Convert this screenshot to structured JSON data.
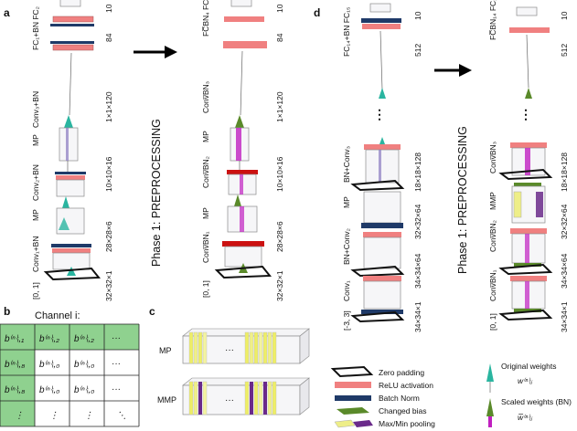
{
  "panels": {
    "a": "a",
    "b": "b",
    "c": "c",
    "d": "d"
  },
  "phase_label": "Phase 1: PREPROCESSING",
  "panel_a": {
    "left_labels": [
      "FC₁+BN FC₂",
      "Conv₃+BN",
      "MP",
      "Conv₂+BN",
      "MP",
      "Conv₁+BN",
      "[0, 1]"
    ],
    "right_labels": [
      "FC̅BN₄ FC₅",
      "Conv̅BN₃",
      "MP",
      "Conv̅BN₂",
      "MP",
      "Conv̅BN₁",
      "[0, 1]"
    ],
    "dims": [
      "10",
      "84",
      "1×1×120",
      "10×10×16",
      "28×28×6",
      "32×32×1"
    ]
  },
  "panel_d": {
    "left_labels": [
      "FC₁₄+BN FC₁₅",
      "BN+Conv₃",
      "MP",
      "BN+Conv₂",
      "Conv₁",
      "[-3, 3]"
    ],
    "right_labels": [
      "FC̅BN₁₄ FC₁₅",
      "Conv̅BN₃",
      "MMP",
      "Conv̅BN₂",
      "Conv̅BN₁",
      "[0, 1]"
    ],
    "dims": [
      "10",
      "512",
      "18×18×128",
      "32×32×64",
      "34×34×64",
      "34×34×1"
    ]
  },
  "panel_b": {
    "title": "Channel i:",
    "cells": [
      [
        "b⁽ⁿ⁾ᵢ,₁",
        "b⁽ⁿ⁾ᵢ,₂",
        "b⁽ⁿ⁾ᵢ,₂",
        "···"
      ],
      [
        "b⁽ⁿ⁾ᵢ,₈",
        "b⁽ⁿ⁾ᵢ,₀",
        "b⁽ⁿ⁾ᵢ,₀",
        "···"
      ],
      [
        "b⁽ⁿ⁾ᵢ,₈",
        "b⁽ⁿ⁾ᵢ,₀",
        "b⁽ⁿ⁾ᵢ,₀",
        "···"
      ],
      [
        "⋮",
        "⋮",
        "⋮",
        "⋱"
      ]
    ]
  },
  "panel_c": {
    "mp": "MP",
    "mmp": "MMP",
    "dots": "···"
  },
  "legend": {
    "left": [
      "Zero padding",
      "ReLU activation",
      "Batch Norm",
      "Changed bias",
      "Max/Min pooling"
    ],
    "right_top_title": "Original weights",
    "right_top_math": "w⁽ⁿ⁾ᵢⱼ",
    "right_bottom_title": "Scaled weights (BN)",
    "right_bottom_math": "w̅⁽ⁿ⁾ᵢⱼ"
  },
  "colors": {
    "relu": "#f08080",
    "batch_norm": "#1f3a68",
    "changed_bias": "#cc1111",
    "bias_green": "#5a8a2a",
    "pooling_yellow": "#eeee88",
    "pooling_purple": "#6a2a8a",
    "weights_teal": "#2ab5a0",
    "weights_magenta": "#c020c0",
    "table_green": "#8fd18f"
  }
}
